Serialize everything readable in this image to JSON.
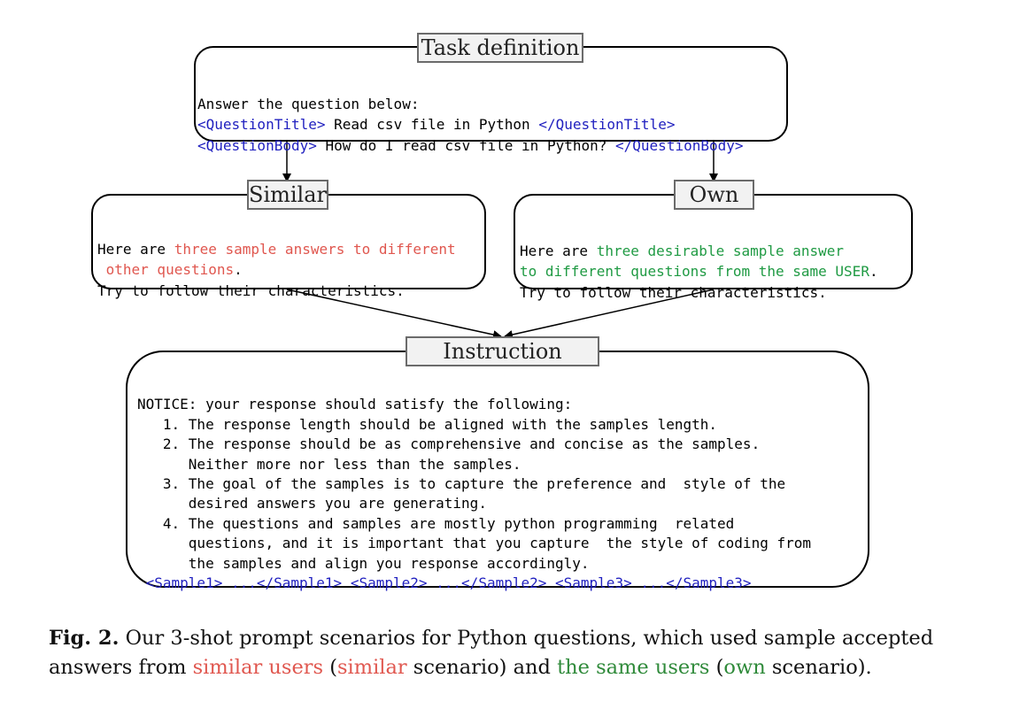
{
  "task_box": {
    "label": "Task definition",
    "line1": "Answer the question below:",
    "qt_open": "<QuestionTitle>",
    "qt_text": " Read csv file in Python ",
    "qt_close": "</QuestionTitle>",
    "qb_open": "<QuestionBody>",
    "qb_text": " How do I read csv file in Python? ",
    "qb_close": "</QuestionBody>"
  },
  "similar_box": {
    "label": "Similar",
    "pre": "Here are ",
    "highlight1": "three sample answers to different",
    "highlight2": " other questions",
    "post2": ".",
    "line3": "Try to follow their characteristics."
  },
  "own_box": {
    "label": "Own",
    "pre": "Here are ",
    "highlight1": "three desirable sample answer",
    "highlight2": "to different questions from the same USER",
    "post2": ".",
    "line3": "Try to follow their characteristics."
  },
  "instruction_box": {
    "label": "Instruction",
    "notice": "NOTICE: your response should satisfy the following:",
    "items": [
      "   1. The response length should be aligned with the samples length.",
      "   2. The response should be as comprehensive and concise as the samples.",
      "      Neither more nor less than the samples.",
      "   3. The goal of the samples is to capture the preference and  style of the",
      "      desired answers you are generating.",
      "   4. The questions and samples are mostly python programming  related",
      "      questions, and it is important that you capture  the style of coding from",
      "      the samples and align you response accordingly."
    ],
    "samples": " <Sample1> ...</Sample1> <Sample2> ...</Sample2> <Sample3> ...</Sample3>"
  },
  "caption": {
    "fig": "Fig. 2.",
    "t1": " Our 3-shot prompt scenarios for Python questions, which used sample accepted answers from ",
    "red1": "similar users",
    "t2": " (",
    "red2": "similar",
    "t3": " scenario) and ",
    "green1": "the same users",
    "t4": " (",
    "green2": "own",
    "t5": " scenario)."
  },
  "colors": {
    "tag": "#1f1fbf",
    "red": "#e0574f",
    "green": "#1f9a43"
  }
}
